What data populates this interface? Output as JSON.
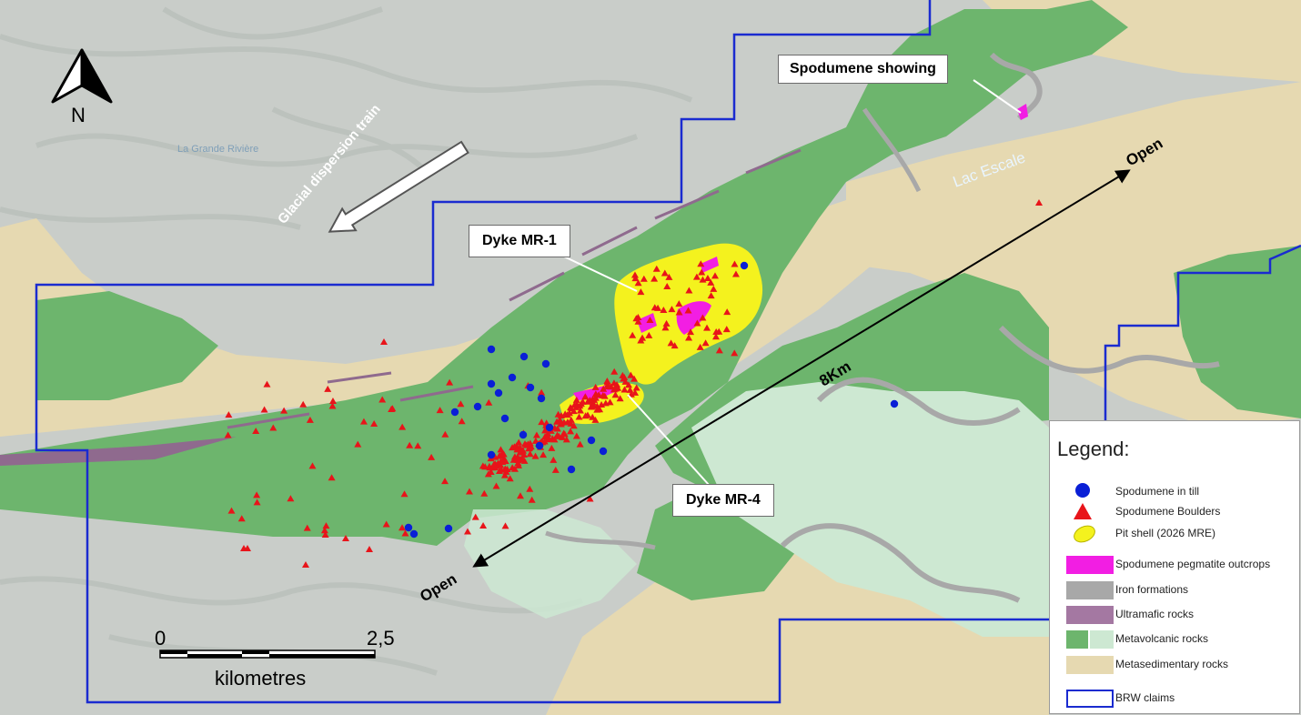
{
  "map": {
    "north_label": "N",
    "place_label": "La Grande Rivière",
    "lake_label": "Lac Escale",
    "glacial_label": "Glacial dispersion train",
    "distance_label": "8Km",
    "open_label_ne": "Open",
    "open_label_sw": "Open"
  },
  "callouts": {
    "spodumene_showing": "Spodumene showing",
    "dyke_mr1": "Dyke MR-1",
    "dyke_mr4": "Dyke MR-4"
  },
  "scale_bar": {
    "start": "0",
    "end": "2,5",
    "unit": "kilometres"
  },
  "legend": {
    "title": "Legend:",
    "items": [
      {
        "label": "Spodumene in till",
        "color": "#0a1fd6",
        "icon": "blue-circle-icon"
      },
      {
        "label": "Spodumene Boulders",
        "color": "#e8141a",
        "icon": "red-triangle-icon"
      },
      {
        "label": "Pit shell (2026 MRE)",
        "color": "#f4f21e",
        "icon": "yellow-ellipse-icon"
      },
      {
        "label": "Spodumene pegmatite outcrops",
        "color": "#f21ee3",
        "icon": "magenta-swatch-icon"
      },
      {
        "label": "Iron formations",
        "color": "#a8a8a8",
        "icon": "gray-swatch-icon"
      },
      {
        "label": "Ultramafic rocks",
        "color": "#a478a2",
        "icon": "purple-swatch-icon"
      },
      {
        "label": "Metavolcanic rocks",
        "color": "#6db56d",
        "color2": "#cde8d2",
        "icon": "green-swatch-icon"
      },
      {
        "label": "Metasedimentary rocks",
        "color": "#e6d9b1",
        "icon": "tan-swatch-icon"
      },
      {
        "label": "BRW claims",
        "color": "#1a2bd0",
        "icon": "blue-outline-swatch-icon"
      }
    ]
  },
  "colors": {
    "basemap": "#c9cdc9",
    "metavolcanic": "#6db56d",
    "metavolcanic_light": "#cde8d2",
    "metasedimentary": "#e6d9b1",
    "iron": "#a8a8a8",
    "ultramafic": "#8f6a8e",
    "claims": "#1a2bd0",
    "pit": "#f4f21e",
    "pegmatite": "#f21ee3",
    "till": "#0a1fd6",
    "boulder": "#e8141a"
  }
}
